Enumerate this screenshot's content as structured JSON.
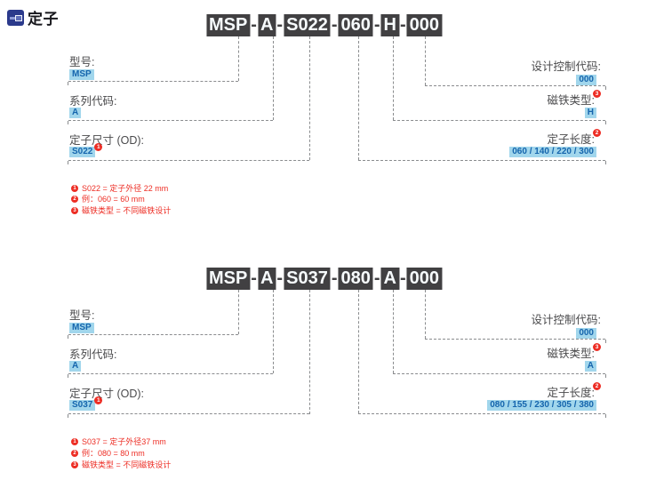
{
  "section": {
    "title": "定子"
  },
  "colors": {
    "accent_chip_bg": "#a1d6ec",
    "accent_chip_text": "#1565ad",
    "code_box_bg": "#414042",
    "badge_red": "#ed2d24",
    "line_gray": "#8a8c8e",
    "label_gray": "#4a4a4c",
    "icon_blue": "#2b3a8c"
  },
  "diagrams": [
    {
      "sep": "-",
      "segments": [
        "MSP",
        "A",
        "S022",
        "060",
        "H",
        "000"
      ],
      "left": [
        {
          "label": "型号:",
          "value": "MSP"
        },
        {
          "label": "系列代码:",
          "value": "A"
        },
        {
          "label": "定子尺寸 (OD):",
          "value": "S022",
          "badge": "1"
        }
      ],
      "right": [
        {
          "label": "设计控制代码:",
          "value": "000"
        },
        {
          "label": "磁铁类型:",
          "badge": "3",
          "value": "H"
        },
        {
          "label": "定子长度:",
          "badge": "2",
          "value": "060 / 140 / 220 / 300"
        }
      ],
      "footnotes": [
        {
          "badge": "1",
          "text": "S022 = 定子外径 22 mm"
        },
        {
          "badge": "2",
          "text": "例：060 = 60 mm"
        },
        {
          "badge": "3",
          "text": "磁铁类型 = 不同磁铁设计"
        }
      ]
    },
    {
      "sep": "-",
      "segments": [
        "MSP",
        "A",
        "S037",
        "080",
        "A",
        "000"
      ],
      "left": [
        {
          "label": "型号:",
          "value": "MSP"
        },
        {
          "label": "系列代码:",
          "value": "A"
        },
        {
          "label": "定子尺寸 (OD):",
          "value": "S037",
          "badge": "1"
        }
      ],
      "right": [
        {
          "label": "设计控制代码:",
          "value": "000"
        },
        {
          "label": "磁铁类型:",
          "badge": "3",
          "value": "A"
        },
        {
          "label": "定子长度:",
          "badge": "2",
          "value": "080 / 155 / 230 / 305 / 380"
        }
      ],
      "footnotes": [
        {
          "badge": "1",
          "text": "S037 = 定子外径37 mm"
        },
        {
          "badge": "2",
          "text": "例：080 = 80 mm"
        },
        {
          "badge": "3",
          "text": "磁铁类型 = 不同磁铁设计"
        }
      ]
    }
  ]
}
